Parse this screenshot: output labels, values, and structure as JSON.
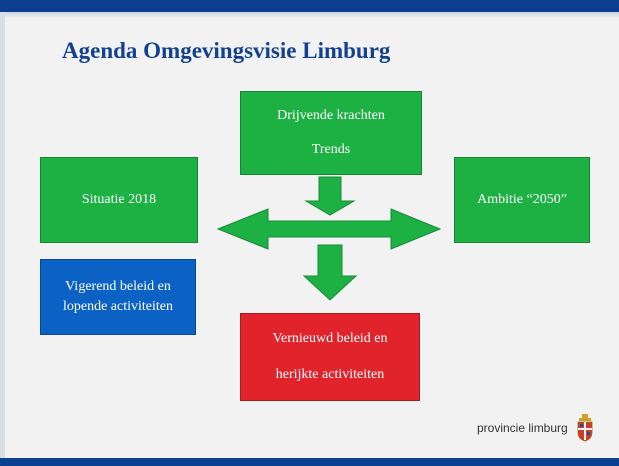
{
  "slide": {
    "title": "Agenda Omgevingsvisie Limburg"
  },
  "boxes": {
    "drijvende_krachten": {
      "line1": "Drijvende krachten",
      "line2": "Trends"
    },
    "situatie": {
      "text": "Situatie 2018"
    },
    "ambitie": {
      "text": "Ambitie “2050”"
    },
    "vigerend": {
      "line1": "Vigerend beleid en",
      "line2": "lopende activiteiten"
    },
    "vernieuwd": {
      "line1": "Vernieuwd beleid en",
      "line2": "herijkte activiteiten"
    }
  },
  "footer": {
    "logo_text": "provincie limburg"
  },
  "colors": {
    "title": "#13418f",
    "band": "#0b3f8f",
    "green": "#1db144",
    "blue": "#0b62c4",
    "red": "#e1242c"
  }
}
